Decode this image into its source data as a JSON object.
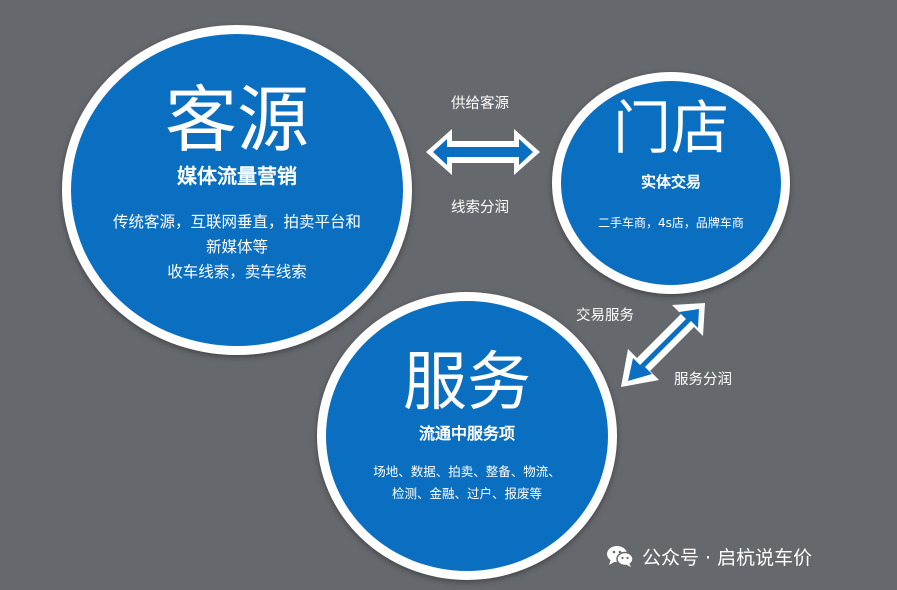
{
  "source": {
    "title": "客源",
    "subtitle": "媒体流量营销",
    "description": [
      "传统客源，互联网垂直，拍卖平台和新媒体等",
      "收车线索，卖车线索"
    ]
  },
  "store": {
    "title": "门店",
    "subtitle": "实体交易",
    "description": "二手车商，4s店，品牌车商"
  },
  "service": {
    "title": "服务",
    "subtitle": "流通中服务项",
    "description": [
      "场地、数据、拍卖、整备、物流、",
      "检测、金融、过户、报废等"
    ]
  },
  "connections": {
    "source_store": {
      "top_label": "供给客源",
      "bottom_label": "线索分润"
    },
    "service_store": {
      "top_label": "交易服务",
      "bottom_label": "服务分润"
    }
  },
  "watermark": {
    "text": "公众号 · 启杭说车价",
    "icon": "wechat-icon"
  },
  "colors": {
    "background": "#65686d",
    "circle": "#0a6fc0",
    "ring": "#ffffff"
  }
}
